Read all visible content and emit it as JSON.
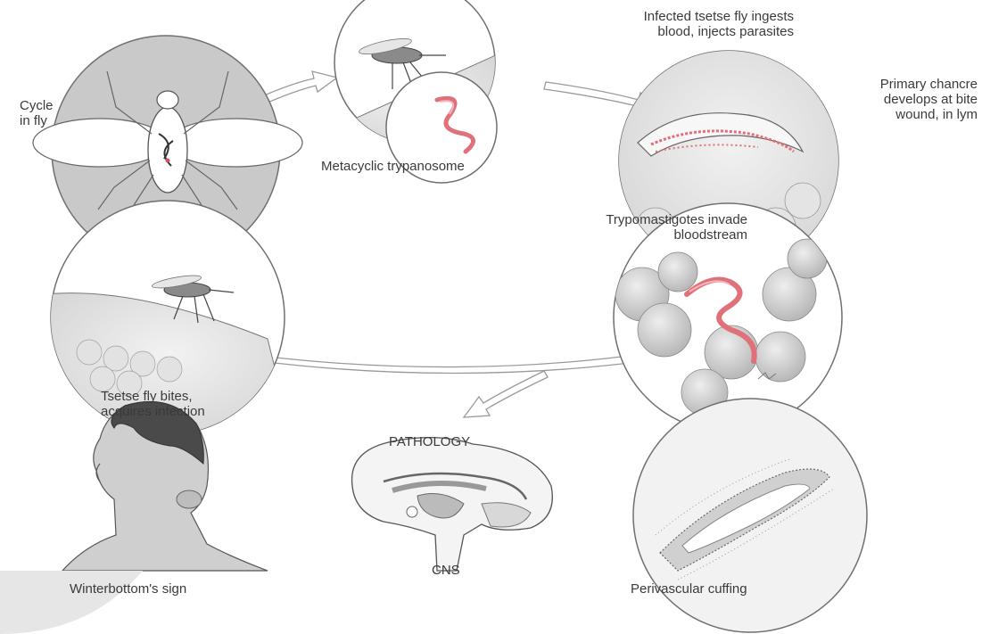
{
  "diagram": {
    "cycle_in_fly": [
      "Cycle",
      "in fly"
    ],
    "infected_fly": [
      "Infected tsetse fly ingests",
      "blood, injects parasites"
    ],
    "primary_chancre": [
      "Primary chancre",
      "develops at bite",
      "wound, in lym"
    ],
    "metacyclic": "Metacyclic trypanosome",
    "trypomastigotes": [
      "Trypomastigotes invade",
      "bloodstream"
    ],
    "fly_bites": [
      "Tsetse fly bites,",
      "acquires infection"
    ],
    "pathology": "PATHOLOGY",
    "winterbottom": "Winterbottom's sign",
    "cns": "CNS",
    "perivascular": "Perivascular cuffing"
  },
  "colors": {
    "parasite": "#e0707a",
    "ink": "#3a3a3a",
    "tissue": "#d9d9d9"
  }
}
